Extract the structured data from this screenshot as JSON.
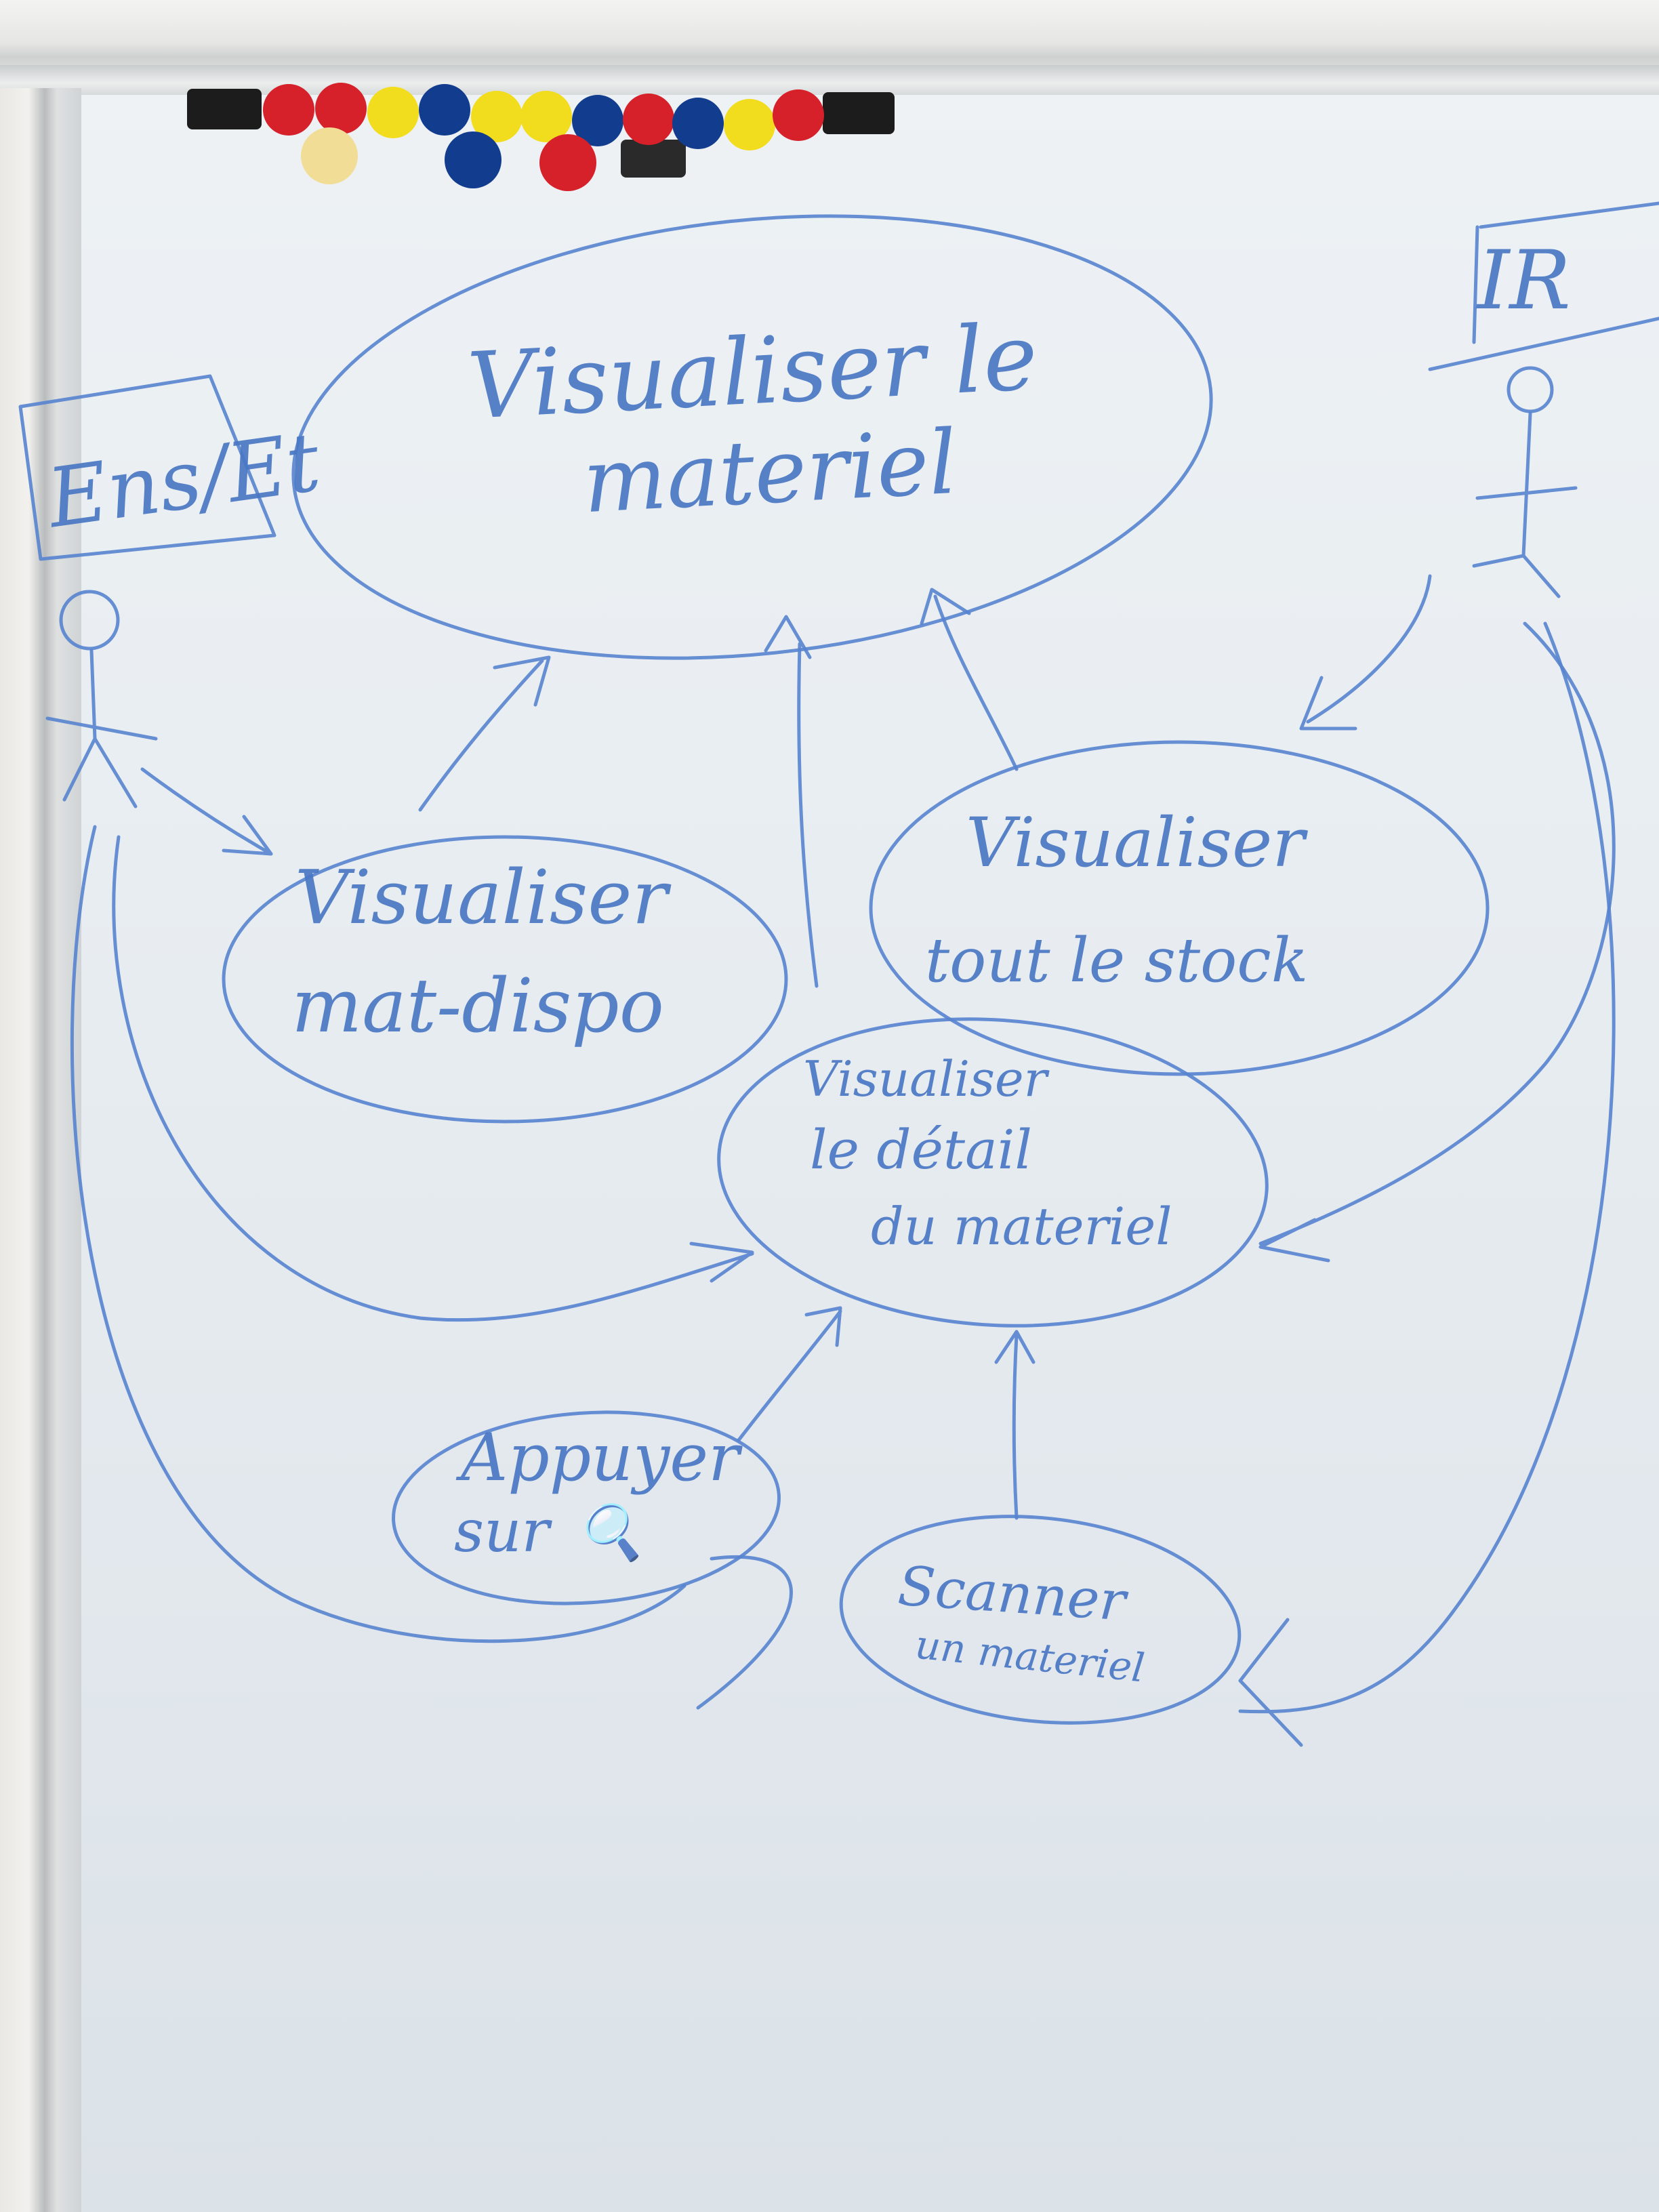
{
  "diagram": {
    "actors": [
      {
        "id": "actor-left",
        "label": "Ens/Et"
      },
      {
        "id": "actor-right",
        "label": "IR"
      }
    ],
    "use_cases": [
      {
        "id": "uc-visualiser-materiel",
        "lines": [
          "Visualiser le",
          "materiel"
        ]
      },
      {
        "id": "uc-visualiser-mat-dispo",
        "lines": [
          "Visualiser",
          "mat-dispo"
        ]
      },
      {
        "id": "uc-visualiser-stock",
        "lines": [
          "Visualiser",
          "tout le stock"
        ]
      },
      {
        "id": "uc-visualiser-detail",
        "lines": [
          "Visualiser",
          "le détail",
          "du materiel"
        ]
      },
      {
        "id": "uc-appuyer",
        "lines": [
          "Appuyer",
          "sur",
          "🔍"
        ]
      },
      {
        "id": "uc-scanner",
        "lines": [
          "Scanner",
          "un materiel"
        ]
      }
    ]
  },
  "magnets": {
    "colors": {
      "red": "#d6212a",
      "yellow": "#f2dc1e",
      "blue": "#123c8e",
      "cream": "#f1dd96",
      "black": "#1c1c1c",
      "ink": "#4a78c4"
    },
    "count": 17
  }
}
